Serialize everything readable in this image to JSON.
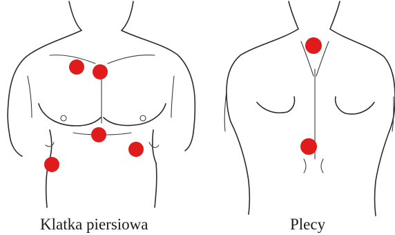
{
  "captions": {
    "front": "Klatka piersiowa",
    "back": "Plecy"
  },
  "colors": {
    "marker": "#e01b1b",
    "outline": "#2a2a2a",
    "background": "#ffffff"
  },
  "markers": {
    "front_count": 5,
    "back_count": 2
  }
}
